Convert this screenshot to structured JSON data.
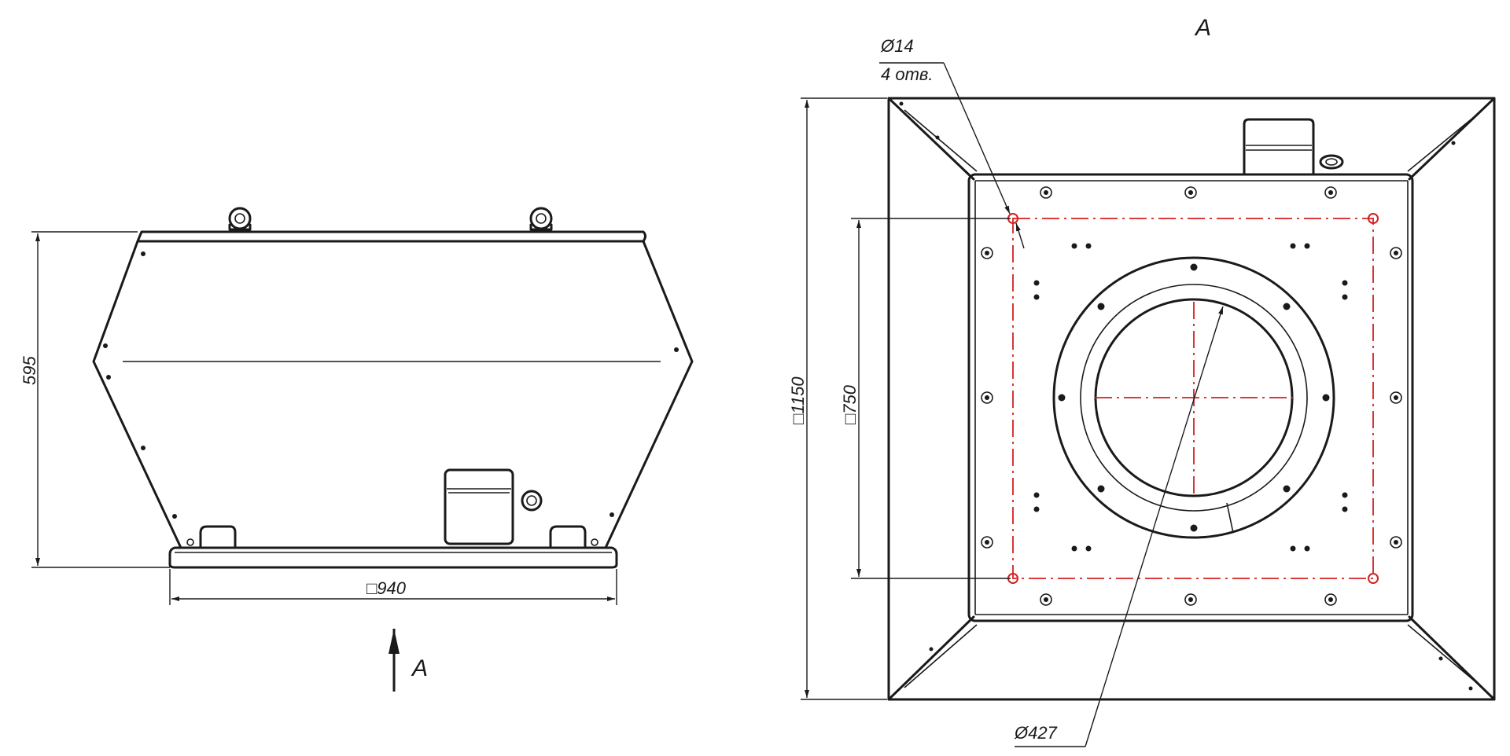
{
  "side_view": {
    "height_dim": "595",
    "width_dim": "□940",
    "view_arrow_label": "A"
  },
  "plan_view": {
    "view_title": "A",
    "hole_size": "Ø14",
    "hole_count": "4 отв.",
    "outer_dim": "□1150",
    "inner_dim": "□750",
    "bore_dim": "Ø427"
  }
}
